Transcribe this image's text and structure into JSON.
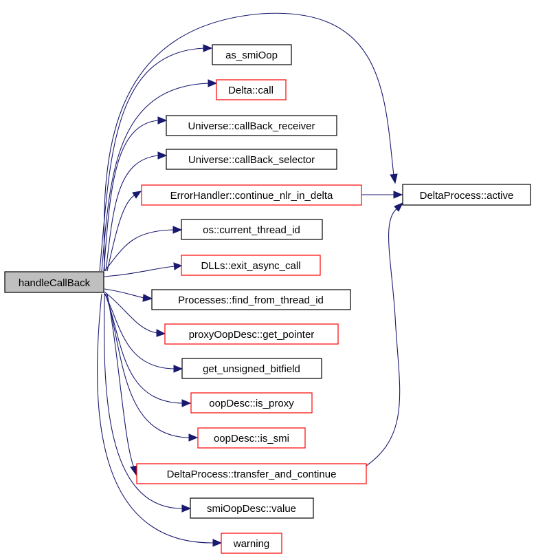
{
  "colors": {
    "edge": "#191970",
    "normal_border": "#000000",
    "link_border": "#ff0000",
    "root_fill": "#bfbfbf",
    "node_fill": "#ffffff"
  },
  "nodes": {
    "root": {
      "label": "handleCallBack",
      "style": "root"
    },
    "as_smioop": {
      "label": "as_smiOop",
      "style": "normal"
    },
    "delta_call": {
      "label": "Delta::call",
      "style": "link"
    },
    "callback_receiver": {
      "label": "Universe::callBack_receiver",
      "style": "normal"
    },
    "callback_selector": {
      "label": "Universe::callBack_selector",
      "style": "normal"
    },
    "continue_nlr": {
      "label": "ErrorHandler::continue_nlr_in_delta",
      "style": "link"
    },
    "current_thread_id": {
      "label": "os::current_thread_id",
      "style": "normal"
    },
    "exit_async_call": {
      "label": "DLLs::exit_async_call",
      "style": "link"
    },
    "find_from_thread_id": {
      "label": "Processes::find_from_thread_id",
      "style": "normal"
    },
    "get_pointer": {
      "label": "proxyOopDesc::get_pointer",
      "style": "link"
    },
    "get_unsigned_bitfield": {
      "label": "get_unsigned_bitfield",
      "style": "normal"
    },
    "is_proxy": {
      "label": "oopDesc::is_proxy",
      "style": "link"
    },
    "is_smi": {
      "label": "oopDesc::is_smi",
      "style": "link"
    },
    "transfer_and_continue": {
      "label": "DeltaProcess::transfer_and_continue",
      "style": "link"
    },
    "value": {
      "label": "smiOopDesc::value",
      "style": "normal"
    },
    "warning": {
      "label": "warning",
      "style": "link"
    },
    "active": {
      "label": "DeltaProcess::active",
      "style": "normal"
    }
  },
  "edges": [
    {
      "from": "root",
      "to": "as_smioop"
    },
    {
      "from": "root",
      "to": "delta_call"
    },
    {
      "from": "root",
      "to": "callback_receiver"
    },
    {
      "from": "root",
      "to": "callback_selector"
    },
    {
      "from": "root",
      "to": "continue_nlr"
    },
    {
      "from": "root",
      "to": "current_thread_id"
    },
    {
      "from": "root",
      "to": "exit_async_call"
    },
    {
      "from": "root",
      "to": "find_from_thread_id"
    },
    {
      "from": "root",
      "to": "get_pointer"
    },
    {
      "from": "root",
      "to": "get_unsigned_bitfield"
    },
    {
      "from": "root",
      "to": "is_proxy"
    },
    {
      "from": "root",
      "to": "is_smi"
    },
    {
      "from": "root",
      "to": "transfer_and_continue"
    },
    {
      "from": "root",
      "to": "value"
    },
    {
      "from": "root",
      "to": "warning"
    },
    {
      "from": "root",
      "to": "active"
    },
    {
      "from": "continue_nlr",
      "to": "active"
    },
    {
      "from": "transfer_and_continue",
      "to": "active"
    }
  ]
}
